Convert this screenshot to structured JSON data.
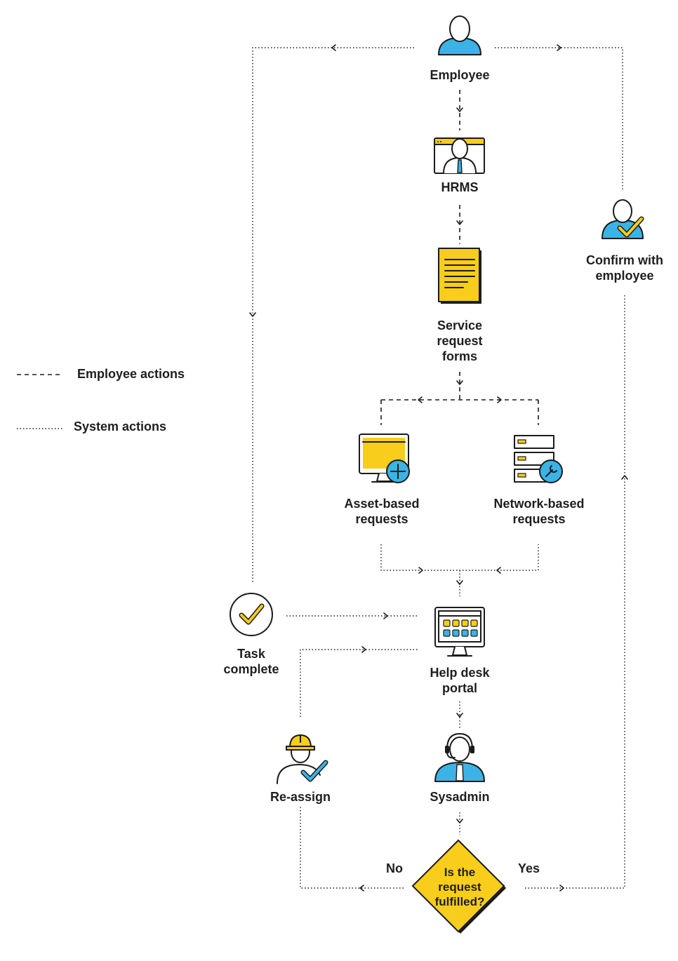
{
  "legend": {
    "employee_actions": "Employee actions",
    "system_actions": "System actions"
  },
  "nodes": {
    "employee": [
      "Employee"
    ],
    "hrms": [
      "HRMS"
    ],
    "service_forms": [
      "Service",
      "request",
      "forms"
    ],
    "asset_requests": [
      "Asset-based",
      "requests"
    ],
    "network_requests": [
      "Network-based",
      "requests"
    ],
    "help_desk": [
      "Help desk",
      "portal"
    ],
    "sysadmin": [
      "Sysadmin"
    ],
    "decision": [
      "Is the",
      "request",
      "fulfilled?"
    ],
    "reassign": [
      "Re-assign"
    ],
    "task_complete": [
      "Task",
      "complete"
    ],
    "confirm": [
      "Confirm with",
      "employee"
    ]
  },
  "branches": {
    "no": "No",
    "yes": "Yes"
  },
  "colors": {
    "accent_yellow": "#F9CD1C",
    "accent_blue": "#3BB3E6",
    "line": "#1b1b1b"
  }
}
